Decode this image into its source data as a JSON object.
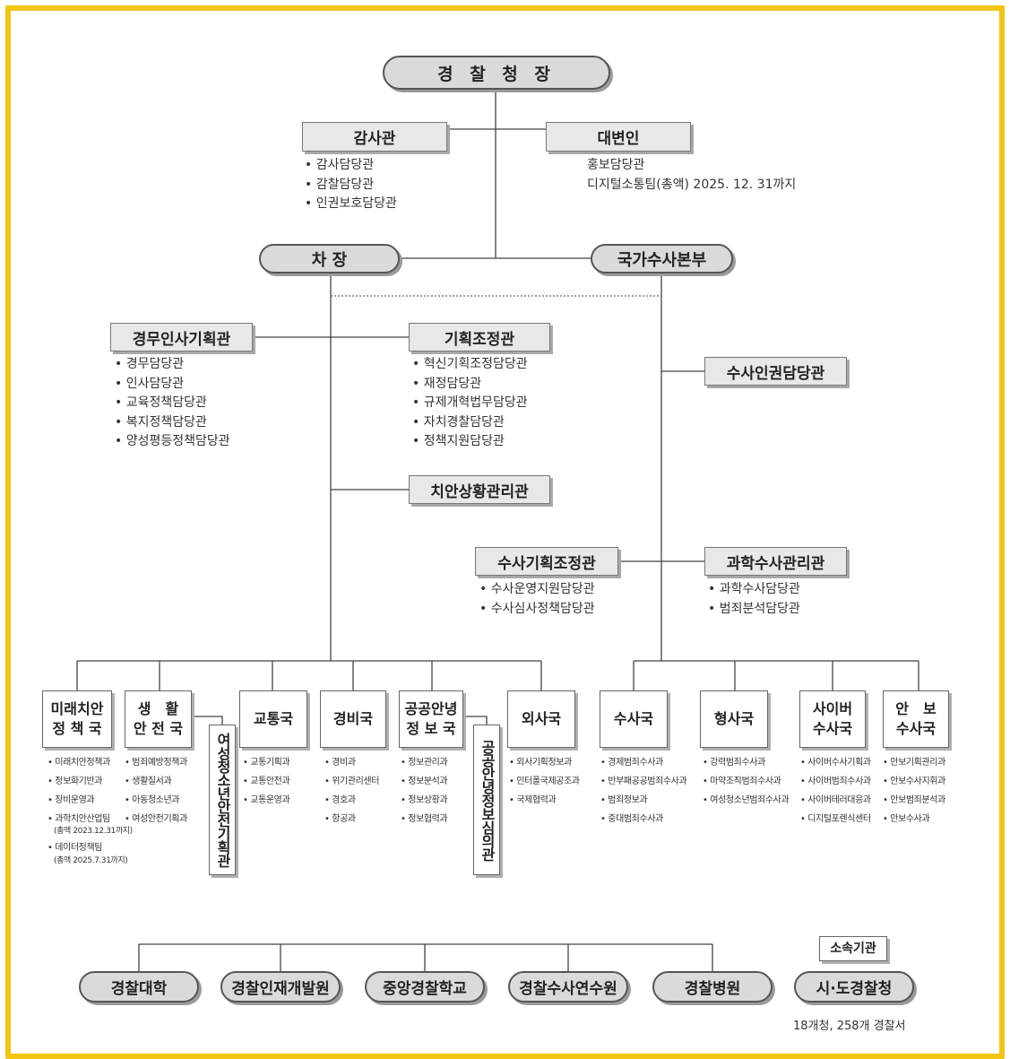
{
  "top": {
    "chief": "경 찰 청 장",
    "auditor": {
      "title": "감사관",
      "items": [
        "감사담당관",
        "감찰담당관",
        "인권보호담당관"
      ]
    },
    "spokesperson": {
      "title": "대변인",
      "lines": [
        "홍보담당관",
        "디지털소통팀(총액) 2025. 12. 31까지"
      ]
    },
    "deputy": "차 장",
    "nib": "국가수사본부"
  },
  "staff": {
    "personnel": {
      "title": "경무인사기획관",
      "items": [
        "경무담당관",
        "인사담당관",
        "교육정책담당관",
        "복지정책담당관",
        "양성평등정책담당관"
      ]
    },
    "planning": {
      "title": "기획조정관",
      "items": [
        "혁신기획조정담당관",
        "재정담당관",
        "규제개혁법무담당관",
        "자치경찰담당관",
        "정책지원담당관"
      ]
    },
    "situation": {
      "title": "치안상황관리관"
    },
    "human_rights": {
      "title": "수사인권담당관"
    },
    "inv_planning": {
      "title": "수사기획조정관",
      "items": [
        "수사운영지원담당관",
        "수사심사정책담당관"
      ]
    },
    "forensic": {
      "title": "과학수사관리관",
      "items": [
        "과학수사담당관",
        "범죄분석담당관"
      ]
    }
  },
  "bureaus": [
    {
      "title": "미래치안\n정 책 국",
      "items": [
        "미래치안정책과",
        "정보화기반과",
        "장비운영과",
        "과학치안산업팀"
      ],
      "notes": [
        "(총액 2023.12.31까지)"
      ],
      "extra_item": "데이터정책팀",
      "extra_note": "(총액 2025.7.31까지)"
    },
    {
      "title": "생　활\n안 전 국",
      "items": [
        "범죄예방정책과",
        "생활질서과",
        "아동청소년과",
        "여성안전기획과"
      ]
    },
    {
      "title": "교통국",
      "items": [
        "교통기획과",
        "교통안전과",
        "교통운영과"
      ]
    },
    {
      "title": "경비국",
      "items": [
        "경비과",
        "위기관리센터",
        "경호과",
        "항공과"
      ]
    },
    {
      "title": "공공안녕\n정 보 국",
      "items": [
        "정보관리과",
        "정보분석과",
        "정보상황과",
        "정보협력과"
      ]
    },
    {
      "title": "외사국",
      "items": [
        "외사기획정보과",
        "인터폴국제공조과",
        "국제협력과"
      ]
    },
    {
      "title": "수사국",
      "items": [
        "경제범죄수사과",
        "반부패공공범죄수사과",
        "범죄정보과",
        "중대범죄수사과"
      ]
    },
    {
      "title": "형사국",
      "items": [
        "강력범죄수사과",
        "마약조직범죄수사과",
        "여성청소년범죄수사과"
      ]
    },
    {
      "title": "사이버\n수사국",
      "items": [
        "사이버수사기획과",
        "사이버범죄수사과",
        "사이버테러대응과",
        "디지털포렌식센터"
      ]
    },
    {
      "title": "안　보\n수사국",
      "items": [
        "안보기획관리과",
        "안보수사지휘과",
        "안보범죄분석과",
        "안보수사과"
      ]
    }
  ],
  "side_offices": {
    "women_youth": "여성청소년안전기획관",
    "public_info": "공공안녕정보심의관"
  },
  "affiliated": {
    "label": "소속기관",
    "agencies": [
      "경찰대학",
      "경찰인재개발원",
      "중앙경찰학교",
      "경찰수사연수원",
      "경찰병원"
    ],
    "provincial": "시·도경찰청",
    "provincial_note": "18개청, 258개 경찰서"
  },
  "colors": {
    "frame": "#f2c511",
    "pill_fill": "#dadada",
    "box_fill": "#e8e8e8",
    "line": "#444444"
  }
}
